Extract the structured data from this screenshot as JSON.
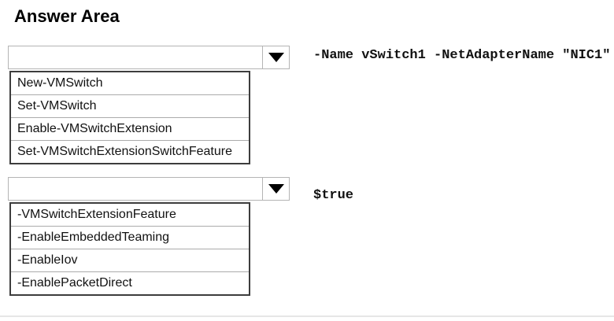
{
  "title": "Answer Area",
  "colors": {
    "dropdown_border": "#b4b4b4",
    "list_border": "#3d3d3d",
    "row_divider": "#ababab",
    "caret": "#000000",
    "text": "#111111",
    "bottom_rule": "#e6e6e6"
  },
  "icons": {
    "dropdown_arrow": "caret-down"
  },
  "dropdowns": [
    {
      "value": "",
      "code_suffix": "-Name vSwitch1 -NetAdapterName \"NIC1\"",
      "options": [
        "New-VMSwitch",
        "Set-VMSwitch",
        "Enable-VMSwitchExtension",
        "Set-VMSwitchExtensionSwitchFeature"
      ]
    },
    {
      "value": "",
      "code_suffix": "$true",
      "options": [
        "-VMSwitchExtensionFeature",
        "-EnableEmbeddedTeaming",
        "-EnableIov",
        "-EnablePacketDirect"
      ]
    }
  ]
}
